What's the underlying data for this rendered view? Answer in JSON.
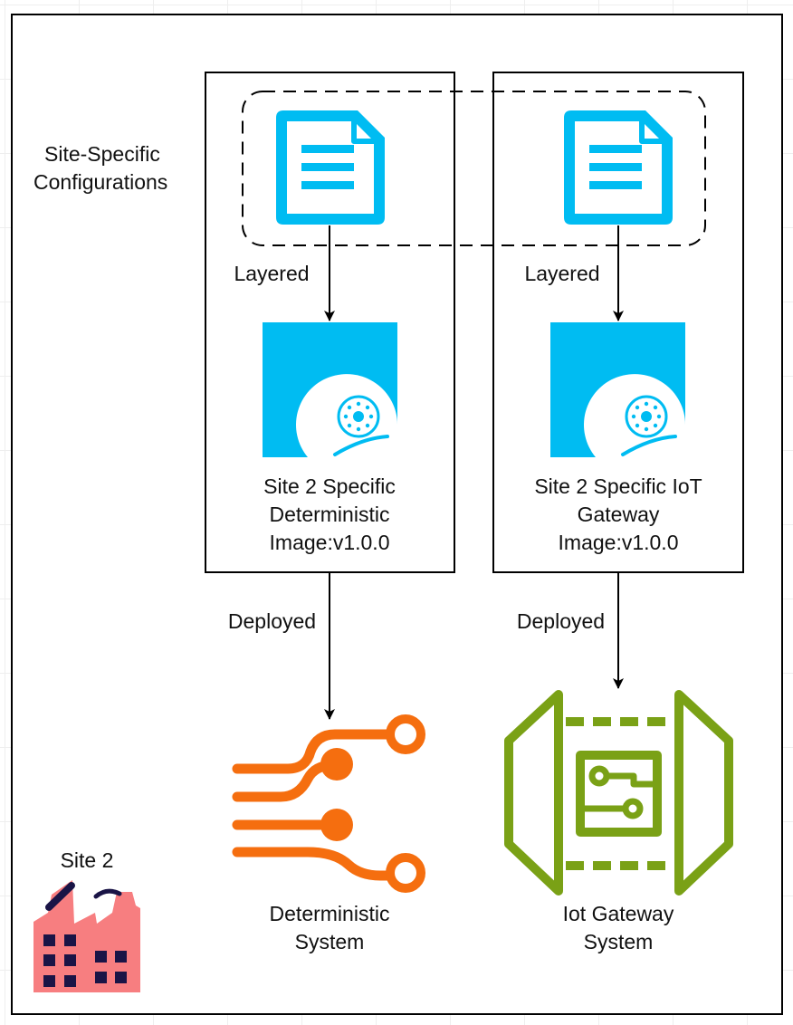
{
  "labels": {
    "site_specific_configurations": [
      "Site-Specific",
      "Configurations"
    ],
    "layered_left": "Layered",
    "layered_right": "Layered",
    "deterministic_image": [
      "Site 2 Specific",
      "Deterministic",
      "Image:v1.0.0"
    ],
    "iot_gateway_image": [
      "Site 2 Specific IoT",
      "Gateway",
      "Image:v1.0.0"
    ],
    "deployed_left": "Deployed",
    "deployed_right": "Deployed",
    "deterministic_system": [
      "Deterministic",
      "System"
    ],
    "iot_gateway_system": [
      "Iot Gateway",
      "System"
    ],
    "site": "Site 2"
  },
  "icons": {
    "config_files": "document-icon",
    "images": "disk-image-icon",
    "deterministic_system": "circuit-traces-icon",
    "iot_gateway_system": "iot-gateway-icon",
    "site": "factory-icon"
  },
  "colors": {
    "document": "#00bcf2",
    "disk_image": "#00bcf2",
    "circuit": "#f56e0f",
    "gateway": "#7aa116",
    "factory_body": "#f77e80",
    "factory_windows": "#1a1446",
    "lines": "#000000"
  }
}
